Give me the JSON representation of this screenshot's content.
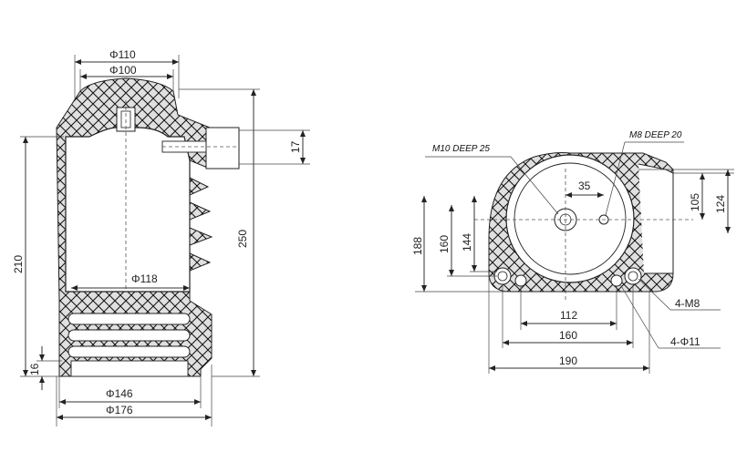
{
  "front_view": {
    "dim_phi110": "Φ110",
    "dim_phi100": "Φ100",
    "dim_phi118": "Φ118",
    "dim_phi146": "Φ146",
    "dim_phi176": "Φ176",
    "dim_210": "210",
    "dim_250": "250",
    "dim_17": "17",
    "dim_16": "16"
  },
  "top_view": {
    "note_m10": "M10 DEEP 25",
    "note_m8": "M8 DEEP 20",
    "dim_35": "35",
    "dim_105": "105",
    "dim_124": "124",
    "dim_188": "188",
    "dim_160v": "160",
    "dim_144": "144",
    "dim_112": "112",
    "dim_160h": "160",
    "dim_190": "190",
    "label_4m8": "4-M8",
    "label_4phi11": "4-Φ11"
  }
}
